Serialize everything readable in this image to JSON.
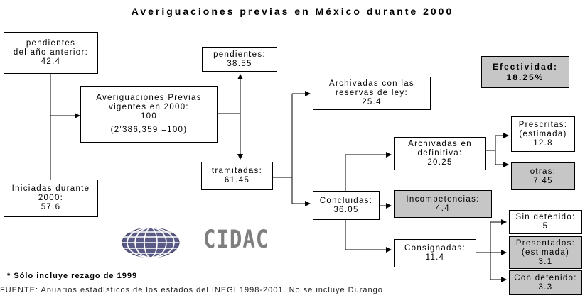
{
  "title": "Averiguaciones previas en México durante 2000",
  "boxes": {
    "pendientes_anterior": {
      "label": "pendientes\ndel año anterior:",
      "value": "42.4"
    },
    "iniciadas": {
      "label": "Iniciadas durante\n2000:",
      "value": "57.6"
    },
    "vigentes": {
      "label": "Averiguaciones Previas\nvigentes en 2000:",
      "value": "100",
      "note": "(2'386,359 =100)"
    },
    "pendientes": {
      "label": "pendientes:",
      "value": "38.55"
    },
    "tramitadas": {
      "label": "tramitadas:",
      "value": "61.45"
    },
    "archivadas_reservas": {
      "label": "Archivadas con las\nreservas de ley:",
      "value": "25.4"
    },
    "concluidas": {
      "label": "Concluidas:",
      "value": "36.05"
    },
    "archivadas_definitiva": {
      "label": "Archivadas en\ndefinitiva:",
      "value": "20.25"
    },
    "incompetencias": {
      "label": "Incompetencias:",
      "value": "4.4"
    },
    "consignadas": {
      "label": "Consignadas:",
      "value": "11.4"
    },
    "prescritas": {
      "label": "Prescritas:\n(estimada)",
      "value": "12.8"
    },
    "otras": {
      "label": "otras:",
      "value": "7.45"
    },
    "sin_detenido": {
      "label": "Sin detenido:",
      "value": "5"
    },
    "presentados": {
      "label": "Presentados:\n(estimada)",
      "value": "3.1"
    },
    "con_detenido": {
      "label": "Con detenido:",
      "value": "3.3"
    },
    "efectividad": {
      "label": "Efectividad:",
      "value": "18.25%"
    }
  },
  "logo": {
    "text": "CIDAC"
  },
  "footnote": "* Sólo incluye rezago de 1999",
  "source": "FUENTE: Anuarios estadísticos de los estados del INEGI 1998-2001. No se incluye Durango"
}
